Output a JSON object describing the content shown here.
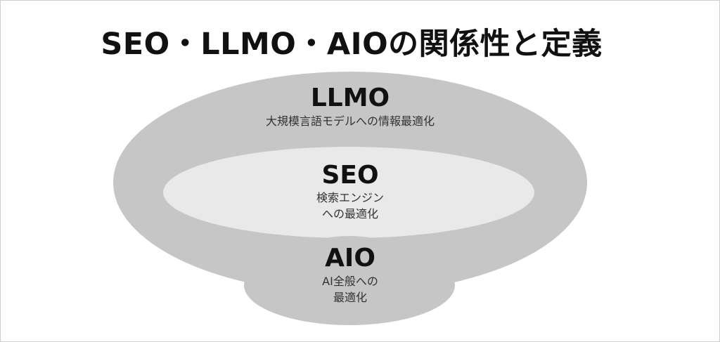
{
  "title": "SEO・LLMO・AIOの関係性と定義",
  "colors": {
    "outer_fill": "#c6c6c6",
    "inner_fill": "#e9e9e9",
    "aio_fill": "#c6c6c6",
    "text": "#111111",
    "border": "#cfcfcf"
  },
  "llmo": {
    "name": "LLMO",
    "desc": "大規模言語モデルへの情報最適化"
  },
  "seo": {
    "name": "SEO",
    "desc_line1": "検索エンジン",
    "desc_line2": "への最適化"
  },
  "aio": {
    "name": "AIO",
    "desc_line1": "AI全般への",
    "desc_line2": "最適化"
  }
}
